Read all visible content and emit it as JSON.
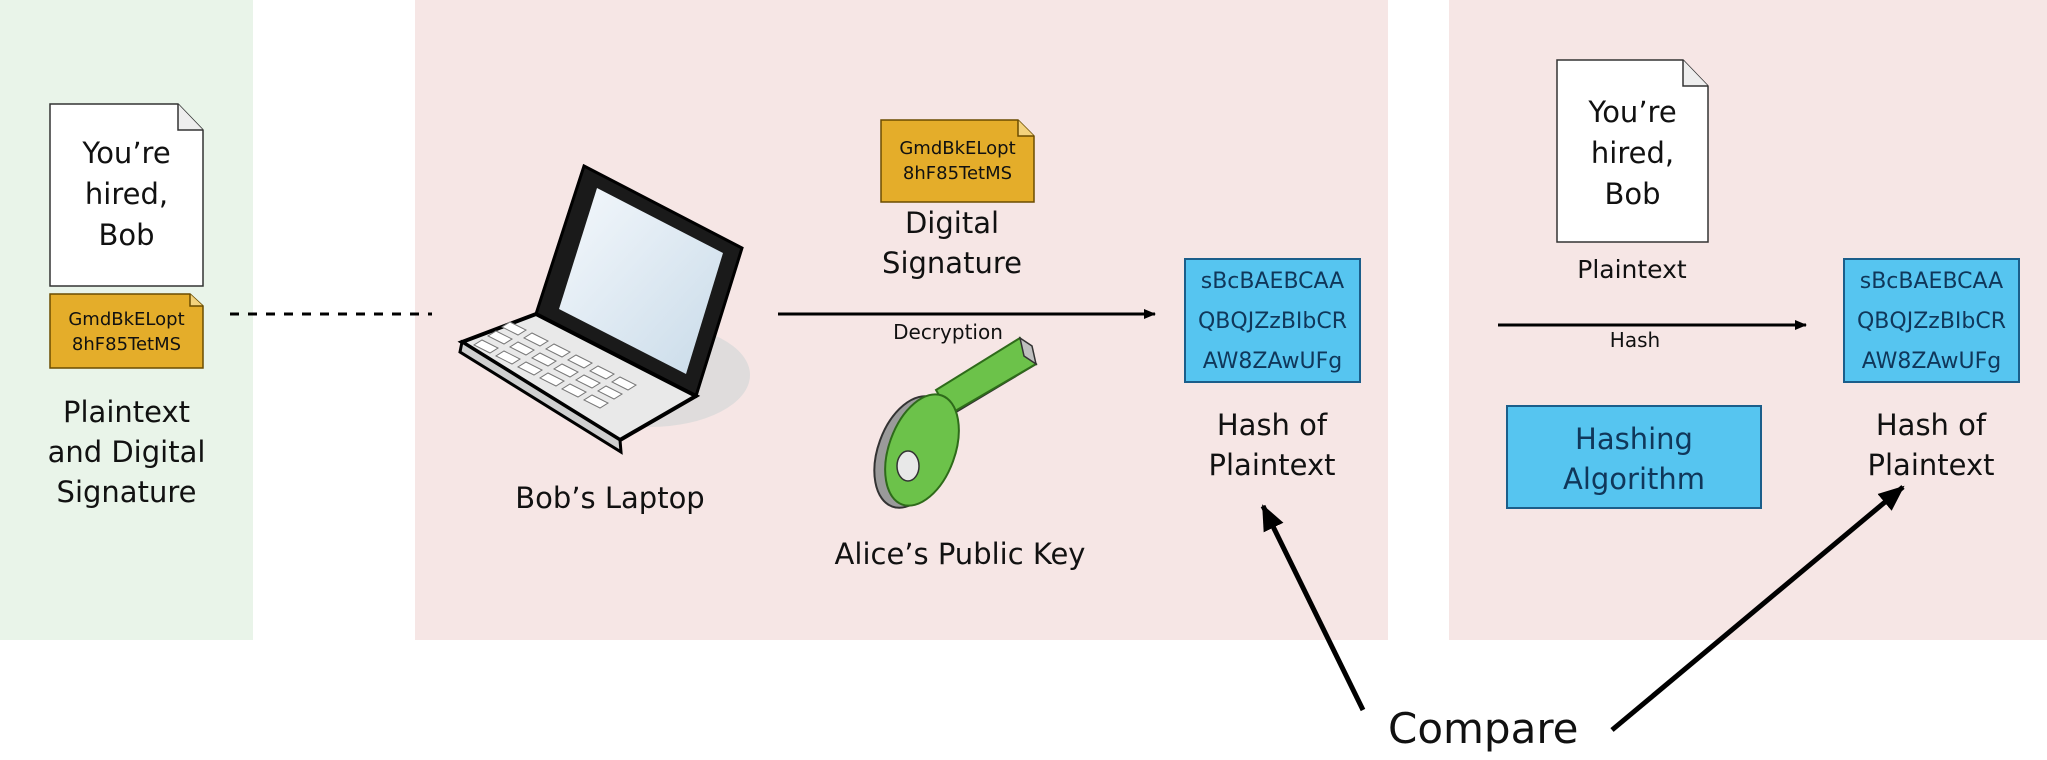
{
  "left": {
    "doc_lines": [
      "You’re",
      "hired,",
      "Bob"
    ],
    "sig_lines": [
      "GmdBkELopt",
      "8hF85TetMS"
    ],
    "caption_lines": [
      "Plaintext",
      "and Digital",
      "Signature"
    ]
  },
  "middle": {
    "laptop_label": "Bob’s Laptop",
    "sig_lines": [
      "GmdBkELopt",
      "8hF85TetMS"
    ],
    "sig_caption_lines": [
      "Digital",
      "Signature"
    ],
    "arrow_label": "Decryption",
    "key_label": "Alice’s Public Key",
    "hash_lines": [
      "sBcBAEBCAA",
      "QBQJZzBIbCR",
      "AW8ZAwUFg"
    ],
    "hash_caption_lines": [
      "Hash of",
      "Plaintext"
    ]
  },
  "right": {
    "doc_lines": [
      "You’re",
      "hired,",
      "Bob"
    ],
    "doc_caption": "Plaintext",
    "arrow_label": "Hash",
    "algo_lines": [
      "Hashing",
      "Algorithm"
    ],
    "hash_lines": [
      "sBcBAEBCAA",
      "QBQJZzBIbCR",
      "AW8ZAwUFg"
    ],
    "hash_caption_lines": [
      "Hash of",
      "Plaintext"
    ]
  },
  "compare_label": "Compare",
  "colors": {
    "left_panel": "#e9f4e9",
    "right_panels": "#f6e6e5",
    "signature": "#e4ad2a",
    "hash_box": "#56c5f0",
    "key": "#6cc24a"
  }
}
